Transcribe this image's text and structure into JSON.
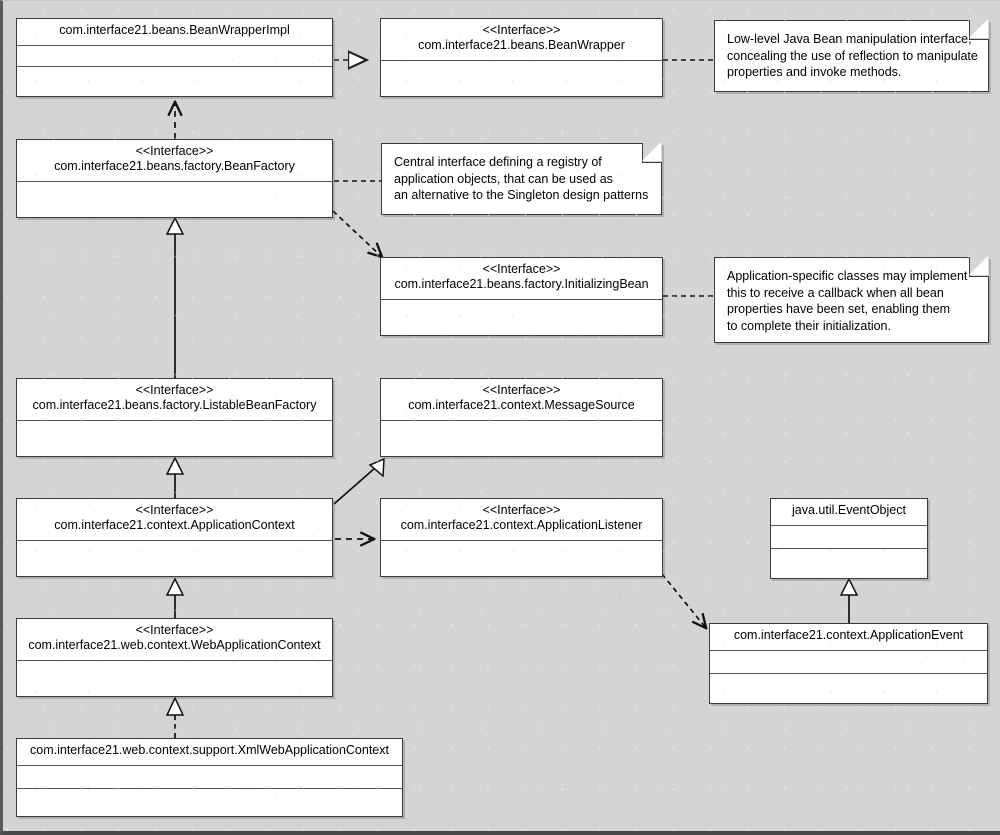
{
  "diagram": {
    "title": "Spring framework core interfaces UML class diagram",
    "background_color": "#d4d4d4",
    "box_fill": "#ffffff",
    "line_color": "#3a3a3a",
    "stereotype_label": "<<Interface>>"
  },
  "classes": [
    {
      "id": "beanwrapperimpl",
      "stereotype": "",
      "name": "com.interface21.beans.BeanWrapperImpl",
      "compartments": 3
    },
    {
      "id": "beanwrapper",
      "stereotype": "<<Interface>>",
      "name": "com.interface21.beans.BeanWrapper",
      "compartments": 2
    },
    {
      "id": "beanfactory",
      "stereotype": "<<Interface>>",
      "name": "com.interface21.beans.factory.BeanFactory",
      "compartments": 2
    },
    {
      "id": "initializingbean",
      "stereotype": "<<Interface>>",
      "name": "com.interface21.beans.factory.InitializingBean",
      "compartments": 2
    },
    {
      "id": "listablebeanfactory",
      "stereotype": "<<Interface>>",
      "name": "com.interface21.beans.factory.ListableBeanFactory",
      "compartments": 2
    },
    {
      "id": "messagesource",
      "stereotype": "<<Interface>>",
      "name": "com.interface21.context.MessageSource",
      "compartments": 2
    },
    {
      "id": "applicationcontext",
      "stereotype": "<<Interface>>",
      "name": "com.interface21.context.ApplicationContext",
      "compartments": 2
    },
    {
      "id": "applicationlistener",
      "stereotype": "<<Interface>>",
      "name": "com.interface21.context.ApplicationListener",
      "compartments": 2
    },
    {
      "id": "eventobject",
      "stereotype": "",
      "name": "java.util.EventObject",
      "compartments": 3
    },
    {
      "id": "webapplicationcontext",
      "stereotype": "<<Interface>>",
      "name": "com.interface21.web.context.WebApplicationContext",
      "compartments": 2
    },
    {
      "id": "applicationevent",
      "stereotype": "",
      "name": "com.interface21.context.ApplicationEvent",
      "compartments": 3
    },
    {
      "id": "xmlwebapplicationcontext",
      "stereotype": "",
      "name": "com.interface21.web.context.support.XmlWebApplicationContext",
      "compartments": 3
    }
  ],
  "notes": [
    {
      "id": "note-beanwrapper",
      "attached_to": "beanwrapper",
      "lines": [
        "Low-level Java Bean manipulation interface,",
        "concealing the use of reflection to manipulate",
        "properties and invoke methods."
      ]
    },
    {
      "id": "note-beanfactory",
      "attached_to": "beanfactory",
      "lines": [
        "Central interface defining a registry of",
        "application objects, that can be used as",
        "an alternative to the Singleton design patterns"
      ]
    },
    {
      "id": "note-initializingbean",
      "attached_to": "initializingbean",
      "lines": [
        "Application-specific classes may implement",
        "this to receive a callback when all bean",
        "properties have been set, enabling them",
        "to complete their initialization."
      ]
    }
  ],
  "relationships": [
    {
      "id": "rel-1",
      "type": "realization",
      "from": "beanwrapperimpl",
      "to": "beanwrapper",
      "style": "dashed",
      "arrow": "hollow-triangle"
    },
    {
      "id": "rel-2",
      "type": "realization",
      "from": "beanfactory",
      "to": "beanwrapperimpl",
      "style": "dashed",
      "arrow": "open-arrow"
    },
    {
      "id": "rel-3",
      "type": "dependency",
      "from": "beanfactory",
      "to": "initializingbean",
      "style": "dashed",
      "arrow": "open-arrow"
    },
    {
      "id": "rel-4",
      "type": "generalization",
      "from": "listablebeanfactory",
      "to": "beanfactory",
      "style": "solid",
      "arrow": "hollow-triangle"
    },
    {
      "id": "rel-5",
      "type": "generalization",
      "from": "applicationcontext",
      "to": "listablebeanfactory",
      "style": "solid",
      "arrow": "hollow-triangle"
    },
    {
      "id": "rel-6",
      "type": "generalization",
      "from": "applicationcontext",
      "to": "messagesource",
      "style": "solid",
      "arrow": "hollow-triangle"
    },
    {
      "id": "rel-7",
      "type": "dependency",
      "from": "applicationcontext",
      "to": "applicationlistener",
      "style": "dashed",
      "arrow": "open-arrow"
    },
    {
      "id": "rel-8",
      "type": "dependency",
      "from": "applicationlistener",
      "to": "applicationevent",
      "style": "dashed",
      "arrow": "open-arrow"
    },
    {
      "id": "rel-9",
      "type": "generalization",
      "from": "applicationevent",
      "to": "eventobject",
      "style": "solid",
      "arrow": "hollow-triangle"
    },
    {
      "id": "rel-10",
      "type": "generalization",
      "from": "webapplicationcontext",
      "to": "applicationcontext",
      "style": "solid",
      "arrow": "hollow-triangle"
    },
    {
      "id": "rel-11",
      "type": "realization",
      "from": "xmlwebapplicationcontext",
      "to": "webapplicationcontext",
      "style": "dashed",
      "arrow": "hollow-triangle"
    },
    {
      "id": "note-link-1",
      "type": "note-anchor",
      "from": "note-beanwrapper",
      "to": "beanwrapper",
      "style": "dashed",
      "arrow": "none"
    },
    {
      "id": "note-link-2",
      "type": "note-anchor",
      "from": "note-beanfactory",
      "to": "beanfactory",
      "style": "dashed",
      "arrow": "none"
    },
    {
      "id": "note-link-3",
      "type": "note-anchor",
      "from": "note-initializingbean",
      "to": "initializingbean",
      "style": "dashed",
      "arrow": "none"
    }
  ]
}
